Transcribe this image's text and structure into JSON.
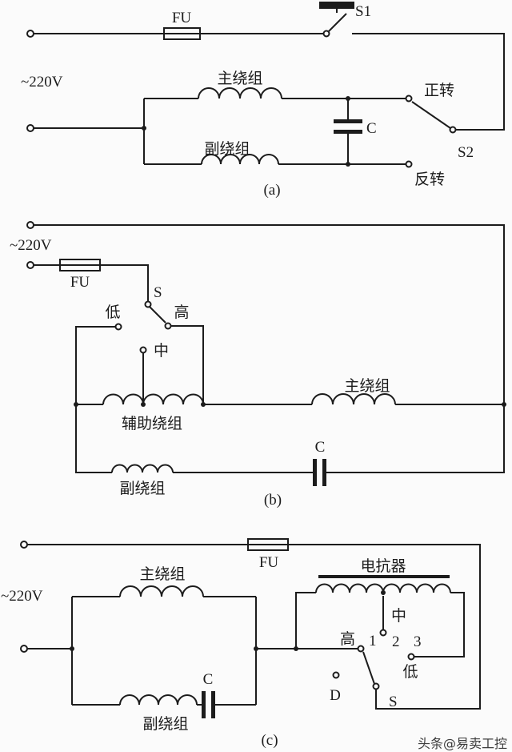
{
  "page": {
    "bg": "#fbfbfb",
    "line_color": "#1c1c1c"
  },
  "a": {
    "labels": {
      "fu": "FU",
      "s1": "S1",
      "voltage": "~220V",
      "main_winding": "主绕组",
      "aux_winding": "副绕组",
      "cap": "C",
      "forward": "正转",
      "s2": "S2",
      "reverse": "反转",
      "caption": "(a)"
    }
  },
  "b": {
    "labels": {
      "voltage": "~220V",
      "fu": "FU",
      "s": "S",
      "low": "低",
      "high": "高",
      "mid": "中",
      "helper_winding": "辅助绕组",
      "main_winding": "主绕组",
      "cap": "C",
      "aux_winding": "副绕组",
      "caption": "(b)"
    }
  },
  "c": {
    "labels": {
      "voltage": "~220V",
      "fu": "FU",
      "main_winding": "主绕组",
      "reactor": "电抗器",
      "mid": "中",
      "high": "高",
      "n1": "1",
      "n2": "2",
      "n3": "3",
      "low": "低",
      "d": "D",
      "s": "S",
      "cap": "C",
      "aux_winding": "副绕组",
      "caption": "(c)"
    }
  },
  "watermark": {
    "text": "头条@易卖工控"
  }
}
